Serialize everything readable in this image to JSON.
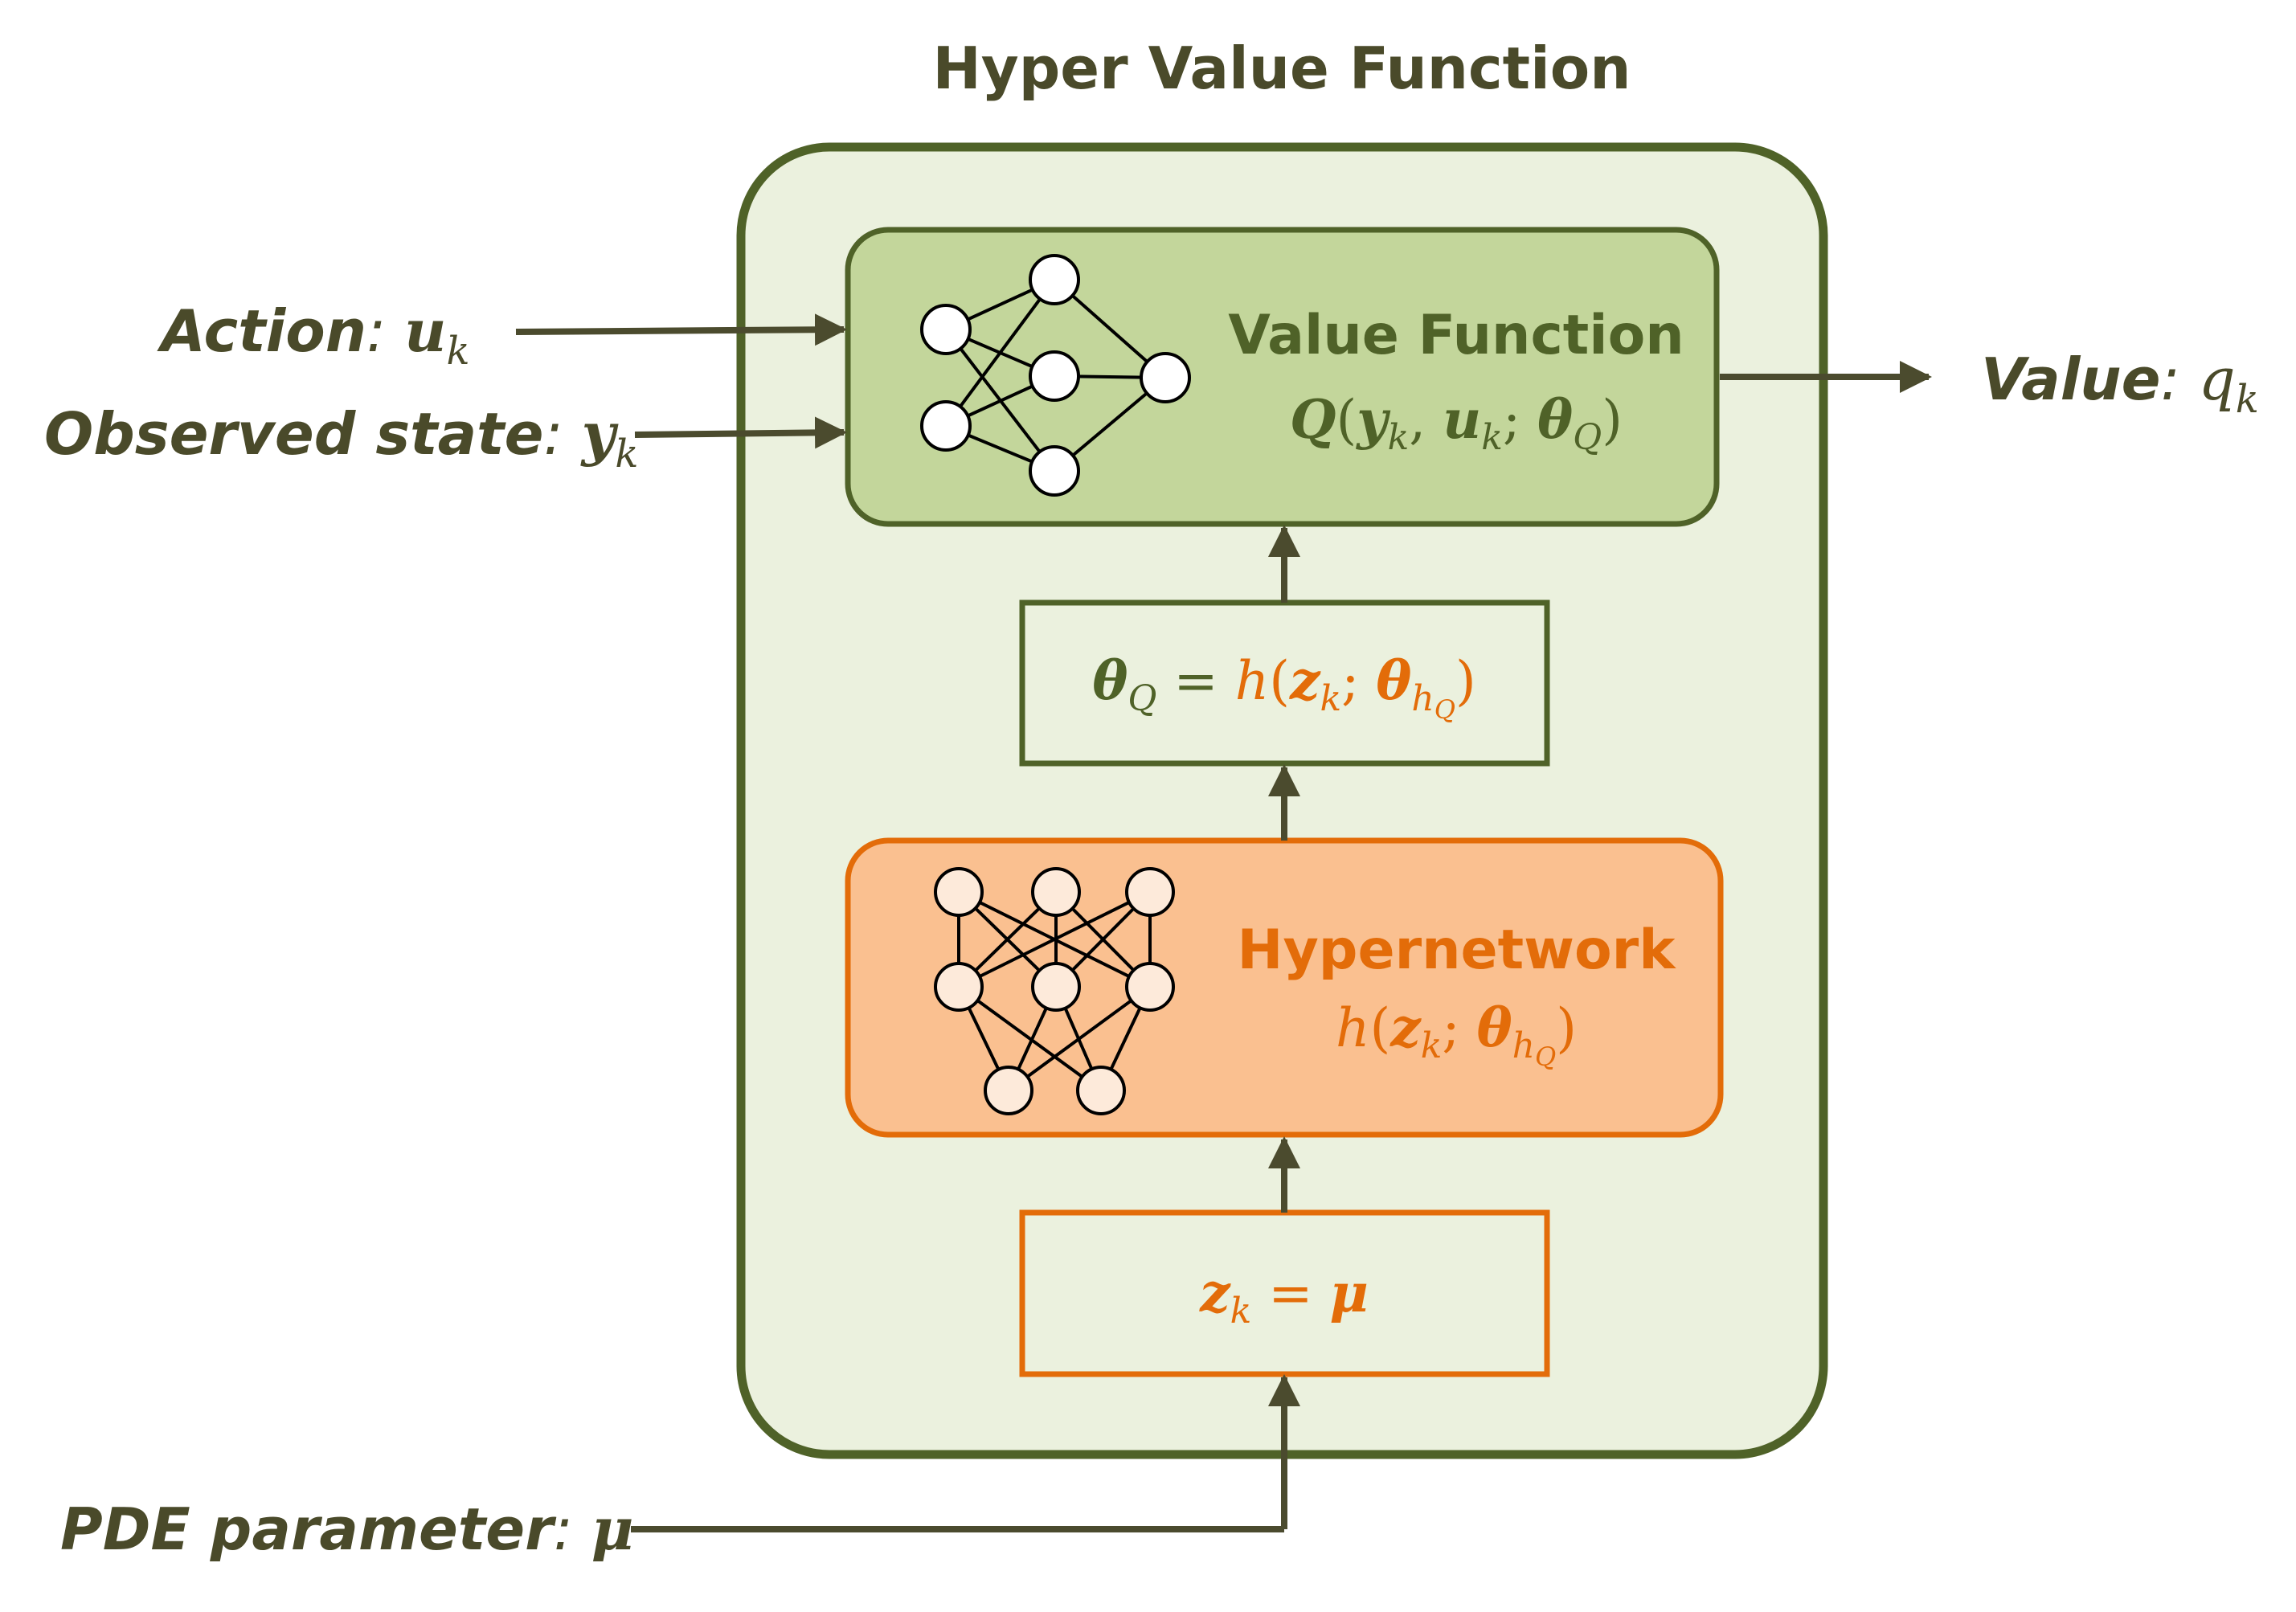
{
  "title": "Hyper Value Function",
  "colors": {
    "dark_olive": "#4f6228",
    "text_dark": "#4a4a2a",
    "arrow": "#4b4b2e",
    "outer_fill": "#ebf1de",
    "outer_border": "#4f6228",
    "value_fill": "#c3d69b",
    "orange": "#e36c09",
    "hyper_fill": "#fac090",
    "node_fill": "#fdeada"
  },
  "inputs": {
    "action": {
      "label": "Action",
      "sep": ": ",
      "symbol": "u",
      "sub": "k"
    },
    "observed_state": {
      "label": "Observed state",
      "sep": ": ",
      "symbol": "y",
      "sub": "k"
    },
    "pde_parameter": {
      "label": "PDE parameter",
      "sep": ": ",
      "symbol": "μ"
    }
  },
  "output": {
    "label": "Value",
    "sep": ": ",
    "symbol": "q",
    "sub": "k"
  },
  "value_function": {
    "title": "Value Function",
    "formula": {
      "Q": "Q",
      "open": "(",
      "y": "y",
      "y_sub": "k",
      "comma1": ", ",
      "u": "u",
      "u_sub": "k",
      "semi": "; ",
      "theta": "θ",
      "theta_sub": "Q",
      "close": ")"
    },
    "icon": "neural-network-icon"
  },
  "theta_box": {
    "theta": "θ",
    "theta_sub": "Q",
    "eq": " = ",
    "h": "h",
    "open": "(",
    "z": "z",
    "z_sub": "k",
    "semi": "; ",
    "theta2": "θ",
    "theta2_sub": "h",
    "theta2_subsub": "Q",
    "close": ")"
  },
  "hypernetwork": {
    "title": "Hypernetwork",
    "formula": {
      "h": "h",
      "open": "(",
      "z": "z",
      "z_sub": "k",
      "semi": "; ",
      "theta": "θ",
      "theta_sub": "h",
      "theta_subsub": "Q",
      "close": ")"
    },
    "icon": "neural-network-icon"
  },
  "z_box": {
    "z": "z",
    "z_sub": "k",
    "eq": " = ",
    "mu": "μ"
  }
}
